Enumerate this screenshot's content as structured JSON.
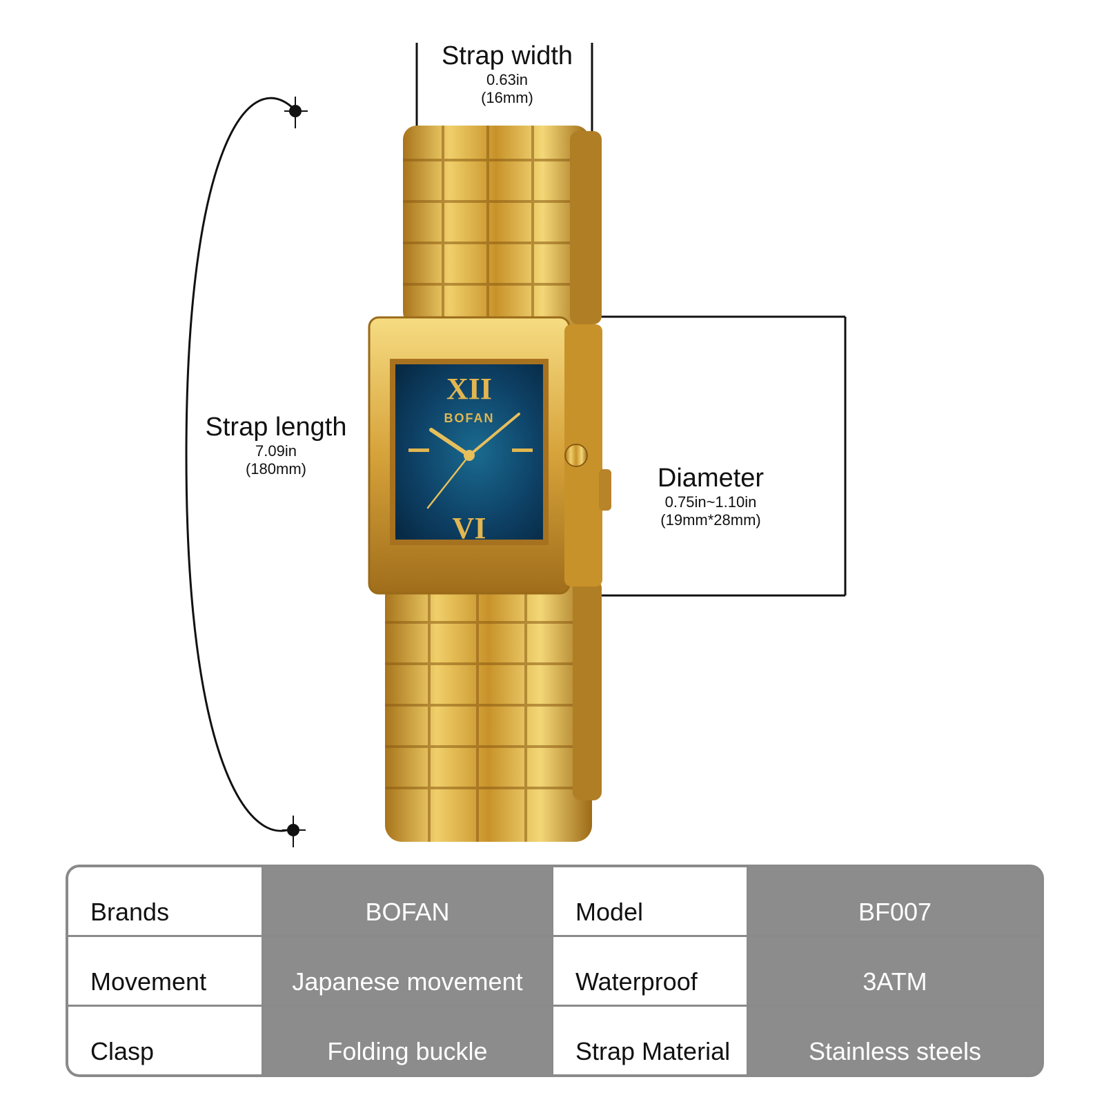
{
  "dimensions": {
    "strap_width": {
      "title": "Strap width",
      "imperial": "0.63in",
      "metric": "(16mm)"
    },
    "strap_length": {
      "title": "Strap length",
      "imperial": "7.09in",
      "metric": "(180mm)"
    },
    "diameter": {
      "title": "Diameter",
      "imperial": "0.75in~1.10in",
      "metric": "(19mm*28mm)"
    }
  },
  "watch": {
    "brand_mark": "BOFAN",
    "numeral_top": "XII",
    "numeral_bottom": "VI",
    "dial_color": "#0d3f63",
    "metal_color": "#d9a93a"
  },
  "specs": {
    "rows": [
      {
        "k1": "Brands",
        "v1": "BOFAN",
        "k2": "Model",
        "v2": "BF007"
      },
      {
        "k1": "Movement",
        "v1": "Japanese movement",
        "k2": "Waterproof",
        "v2": "3ATM"
      },
      {
        "k1": "Clasp",
        "v1": "Folding buckle",
        "k2": "Strap Material",
        "v2": "Stainless steels"
      }
    ]
  }
}
